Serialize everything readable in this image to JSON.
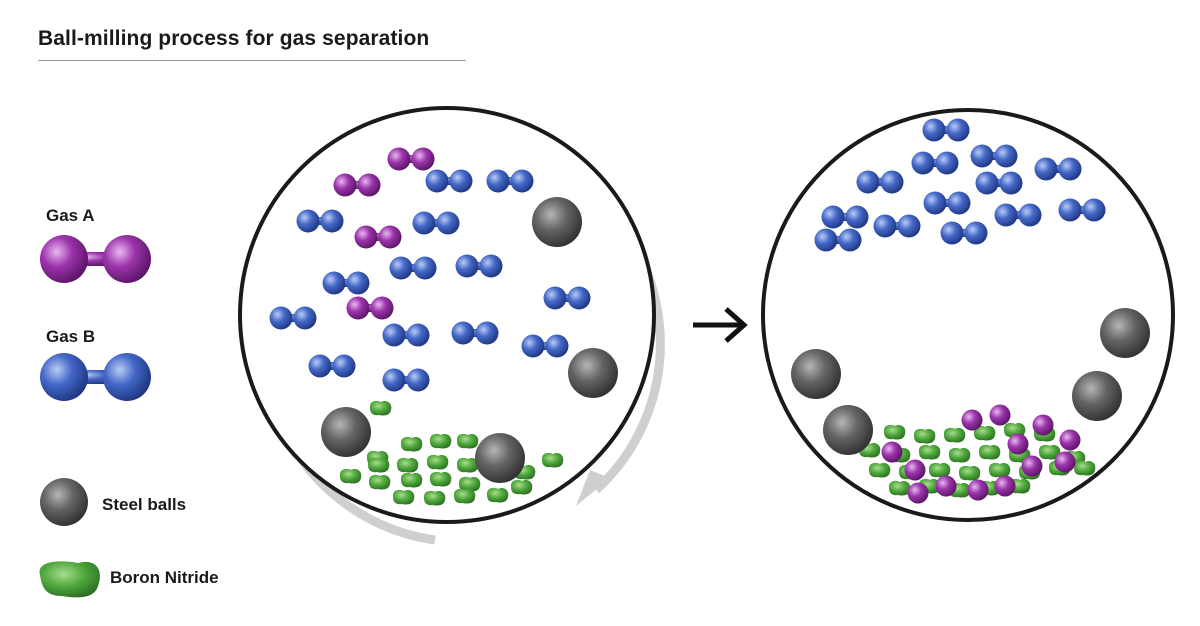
{
  "title": "Ball-milling process for gas separation",
  "legend": {
    "gas_a": "Gas A",
    "gas_b": "Gas B",
    "steel_balls": "Steel balls",
    "boron_nitride": "Boron Nitride"
  },
  "colors": {
    "gas_a": "#8e2b9c",
    "gas_b": "#3a5fbf",
    "steel": "#5a5a5a",
    "boron_nitride": "#4a9e3c",
    "rotation_arrow": "#cfcfcf",
    "outline": "#1a1a1a"
  },
  "icons": {
    "transition_arrow": "right-arrow-icon",
    "rotation": "clockwise-rotation-arrow-icon"
  }
}
